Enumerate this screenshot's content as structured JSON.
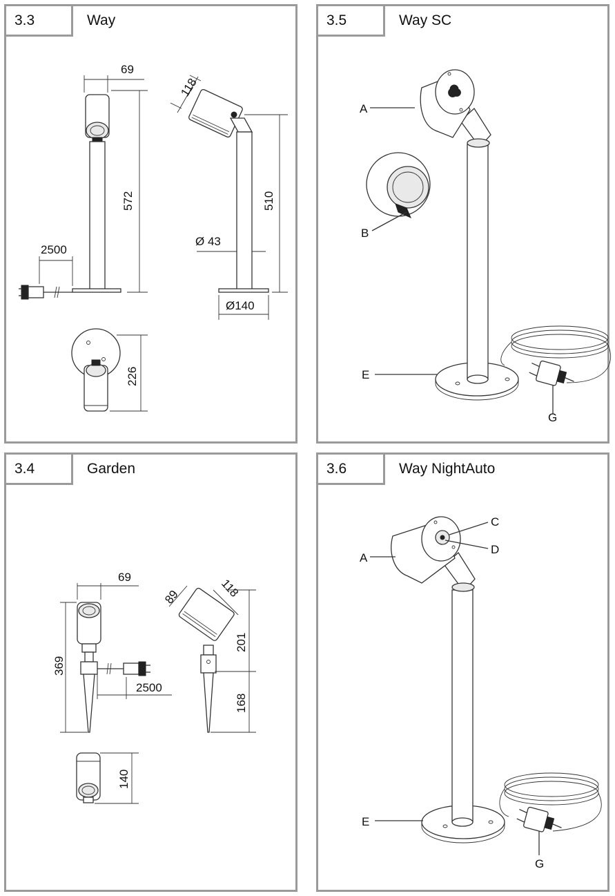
{
  "panels": {
    "p33": {
      "number": "3.3",
      "title": "Way",
      "dims": {
        "width_top": "69",
        "height_total": "572",
        "cable": "2500",
        "head_side": "118",
        "height_side": "510",
        "pole_dia": "Ø 43",
        "base_dia": "Ø140",
        "height_top": "226"
      }
    },
    "p35": {
      "number": "3.5",
      "title": "Way SC",
      "labels": {
        "a": "A",
        "b": "B",
        "e": "E",
        "g": "G"
      }
    },
    "p34": {
      "number": "3.4",
      "title": "Garden",
      "dims": {
        "width_top": "69",
        "height_total": "369",
        "cable": "2500",
        "head_w": "89",
        "head_side": "118",
        "upper": "201",
        "lower": "168",
        "top_view": "140"
      }
    },
    "p36": {
      "number": "3.6",
      "title": "Way NightAuto",
      "labels": {
        "a": "A",
        "c": "C",
        "d": "D",
        "e": "E",
        "g": "G"
      }
    }
  },
  "colors": {
    "frame": "#9a9a9a",
    "line": "#333333"
  }
}
